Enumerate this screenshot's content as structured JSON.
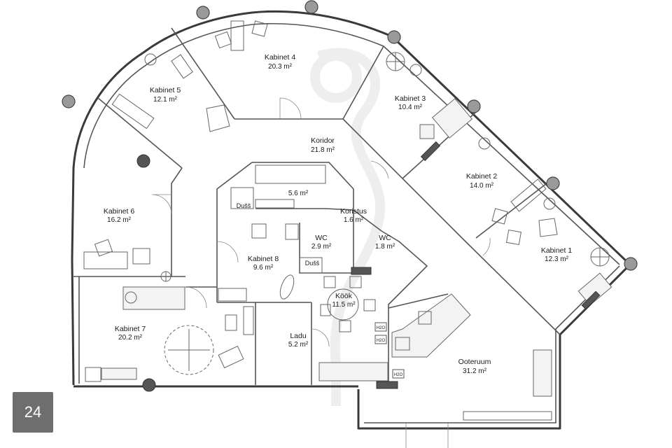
{
  "plan_number": "24",
  "rooms": [
    {
      "id": "kabinet-4",
      "name": "Kabinet 4",
      "area": "20.3 m²"
    },
    {
      "id": "kabinet-5",
      "name": "Kabinet 5",
      "area": "12.1 m²"
    },
    {
      "id": "kabinet-3",
      "name": "Kabinet 3",
      "area": "10.4 m²"
    },
    {
      "id": "koridor",
      "name": "Koridor",
      "area": "21.8 m²"
    },
    {
      "id": "kabinet-2",
      "name": "Kabinet 2",
      "area": "14.0 m²"
    },
    {
      "id": "sauna",
      "name": "",
      "area": "5.6 m²"
    },
    {
      "id": "kabinet-6",
      "name": "Kabinet 6",
      "area": "16.2 m²"
    },
    {
      "id": "koristus",
      "name": "Koristus",
      "area": "1.6 m²"
    },
    {
      "id": "wc-1",
      "name": "WC",
      "area": "2.9 m²"
    },
    {
      "id": "wc-2",
      "name": "WC",
      "area": "1.8 m²"
    },
    {
      "id": "kabinet-1",
      "name": "Kabinet 1",
      "area": "12.3 m²"
    },
    {
      "id": "kabinet-8",
      "name": "Kabinet 8",
      "area": "9.6 m²"
    },
    {
      "id": "kook",
      "name": "Köök",
      "area": "11.5 m²"
    },
    {
      "id": "kabinet-7",
      "name": "Kabinet 7",
      "area": "20.2 m²"
    },
    {
      "id": "ladu",
      "name": "Ladu",
      "area": "5.2 m²"
    },
    {
      "id": "ooteruum",
      "name": "Ooteruum",
      "area": "31.2 m²"
    }
  ],
  "fixture_labels": {
    "shower_1": "Dušš",
    "shower_2": "Dušš",
    "water_1": "H2O",
    "water_2": "H2O",
    "water_3": "H2O"
  }
}
